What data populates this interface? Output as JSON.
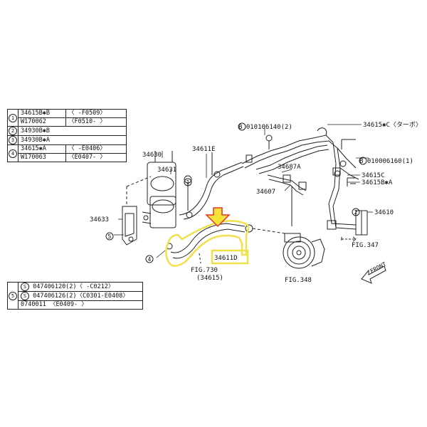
{
  "legend_table_a": {
    "rows": [
      {
        "key": "1",
        "part": "34615B✱B",
        "range": "〈   -F0509〉"
      },
      {
        "key": "",
        "part": "W170062",
        "range": "〈F0510-    〉"
      },
      {
        "key": "2",
        "part": "34930B✱B",
        "range": ""
      },
      {
        "key": "3",
        "part": "34930B✱A",
        "range": ""
      },
      {
        "key": "4",
        "part": "34615✱A",
        "range": "〈   -E0406〉"
      },
      {
        "key": "",
        "part": "W170063",
        "range": "〈E0407-    〉"
      }
    ]
  },
  "legend_table_b": {
    "key": "5",
    "rows": [
      {
        "prefix": "S",
        "text": "047406120(2)〈   -C0212〉"
      },
      {
        "prefix": "S",
        "text": "047406126(2)〈C0301-E0408〉"
      },
      {
        "prefix": "",
        "text": "0740011        〈E0409-   〉"
      }
    ]
  },
  "labels": {
    "l_34630": "34630",
    "l_34631": "34631",
    "l_34633": "34633",
    "l_34611E": "34611E",
    "l_bolt1": "B 010106140(2)",
    "l_bolt2": "B 010006160(1)",
    "l_34615C_turbo": "34615✱C〈ターボ〉",
    "l_34687A": "34687A",
    "l_34607": "34607",
    "l_34615C": "34615C",
    "l_34615B_A": "34615B✱A",
    "l_34610": "34610",
    "l_fig347": "FIG.347",
    "l_fig730": "FIG.730",
    "l_34615p": "(34615)",
    "l_34611D": "34611D",
    "l_fig348": "FIG.348",
    "l_front": "FRONT",
    "c1": "1",
    "c2": "2",
    "c4": "4",
    "c4b": "4",
    "c5": "5"
  },
  "colors": {
    "highlight": "#f2e04a",
    "arrow_fill": "#f5e23a",
    "arrow_stroke": "#e8312a",
    "line": "#222222"
  }
}
